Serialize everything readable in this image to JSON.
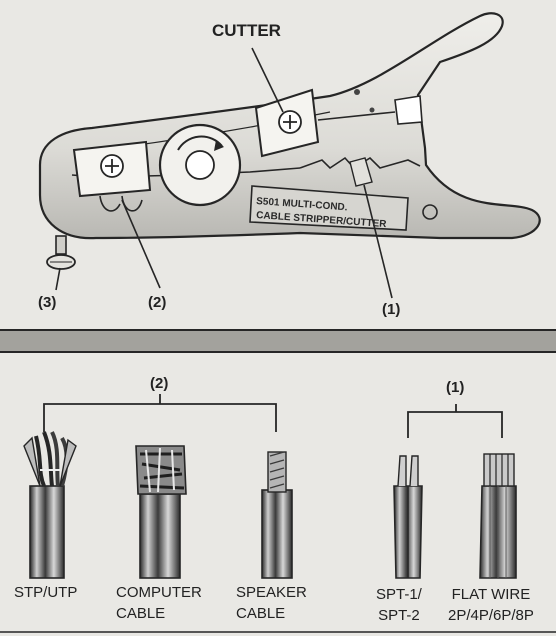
{
  "tool": {
    "cutter_label": "CUTTER",
    "model_line1": "S501  MULTI-COND.",
    "model_line2": "CABLE STRIPPER/CUTTER",
    "callouts": [
      "(1)",
      "(2)",
      "(3)"
    ]
  },
  "cables": {
    "group2_label": "(2)",
    "group1_label": "(1)",
    "items": [
      {
        "line1": "STP/UTP",
        "line2": ""
      },
      {
        "line1": "COMPUTER",
        "line2": "CABLE"
      },
      {
        "line1": "SPEAKER",
        "line2": "CABLE"
      },
      {
        "line1": "SPT-1/",
        "line2": "SPT-2"
      },
      {
        "line1": "FLAT WIRE",
        "line2": "2P/4P/6P/8P"
      }
    ]
  }
}
